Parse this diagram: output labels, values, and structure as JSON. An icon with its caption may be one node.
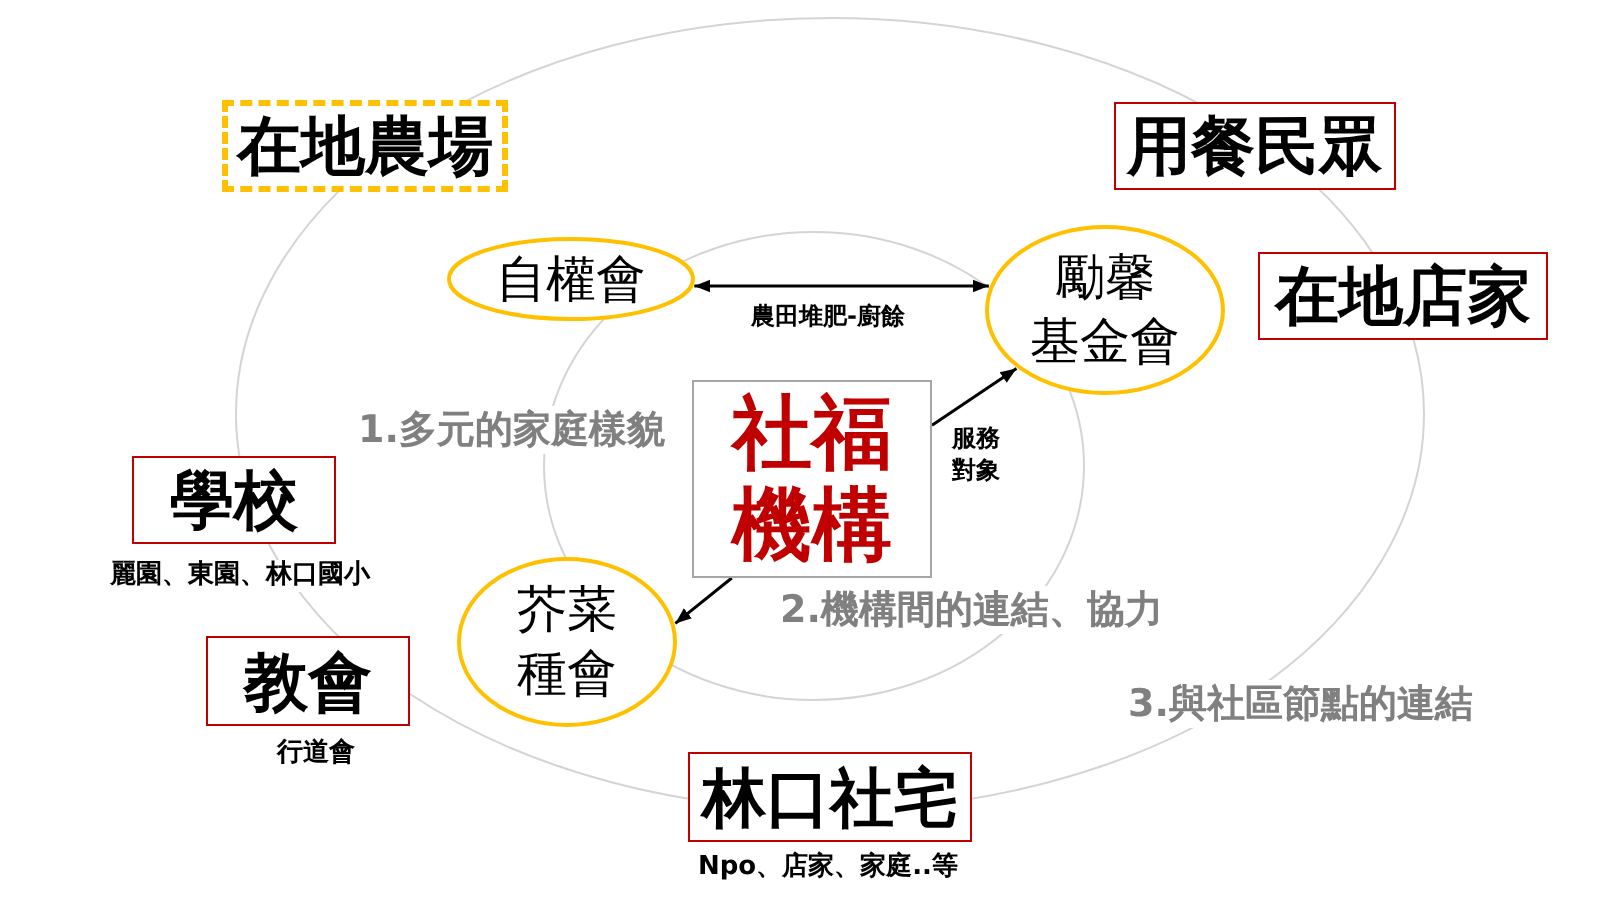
{
  "diagram": {
    "nodes": [
      {
        "text": [
          "在地農場"
        ]
      },
      {
        "text": [
          "用餐民眾"
        ]
      },
      {
        "text": [
          "自權會"
        ]
      },
      {
        "text": [
          "勵馨基金會"
        ]
      },
      {
        "text": [
          "在地店家"
        ]
      },
      {
        "text": [
          "社福機構"
        ]
      },
      {
        "text": [
          "學校"
        ],
        "beside": [
          "麗園、東園、林口國小"
        ]
      },
      {
        "text": [
          "芥菜種會"
        ]
      },
      {
        "text": [
          "教會"
        ],
        "beside": [
          "行道會"
        ]
      },
      {
        "text": [
          "林口社宅"
        ],
        "beside": [
          "Npo、店家、家庭..等"
        ]
      }
    ],
    "edges": [
      {
        "from": 2,
        "to": 3,
        "arrow": "both",
        "label": "農田堆肥-廚餘"
      },
      {
        "from": 5,
        "to": 3,
        "arrow": "to",
        "label": "服務對象"
      },
      {
        "from": 5,
        "to": 7,
        "arrow": "to"
      }
    ],
    "labels": [
      "1.多元的家庭樣貌",
      "2.機構間的連結、協力",
      "3.與社區節點的連結"
    ]
  }
}
